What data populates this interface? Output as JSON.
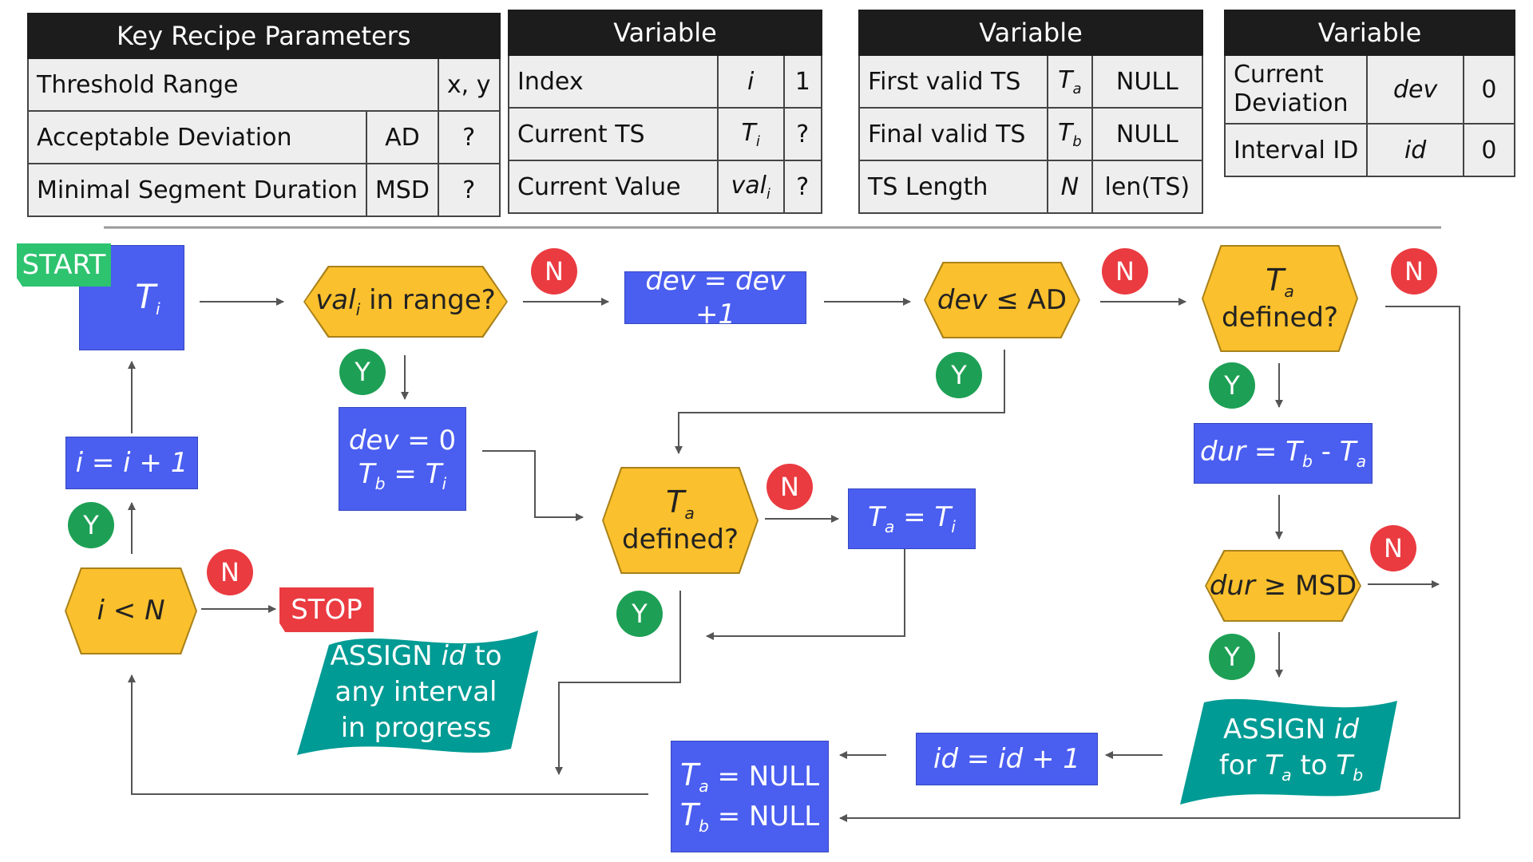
{
  "tables": {
    "params": {
      "header": "Key Recipe Parameters",
      "rows": [
        {
          "name": "Threshold Range",
          "symbol": "",
          "value": "x, y"
        },
        {
          "name": "Acceptable Deviation",
          "symbol": "AD",
          "value": "?"
        },
        {
          "name": "Minimal Segment Duration",
          "symbol": "MSD",
          "value": "?"
        }
      ]
    },
    "vars1": {
      "header": "Variable",
      "rows": [
        {
          "name": "Index",
          "symbol": "i",
          "sub": "",
          "value": "1"
        },
        {
          "name": "Current TS",
          "symbol": "T",
          "sub": "i",
          "value": "?"
        },
        {
          "name": "Current Value",
          "symbol": "val",
          "sub": "i",
          "value": "?"
        }
      ]
    },
    "vars2": {
      "header": "Variable",
      "rows": [
        {
          "name": "First valid TS",
          "symbol": "T",
          "sub": "a",
          "value": "NULL"
        },
        {
          "name": "Final valid TS",
          "symbol": "T",
          "sub": "b",
          "value": "NULL"
        },
        {
          "name": "TS Length",
          "symbol": "N",
          "sub": "",
          "value": "len(TS)"
        }
      ]
    },
    "vars3": {
      "header": "Variable",
      "rows": [
        {
          "name": "Current Deviation",
          "symbol": "dev",
          "sub": "",
          "value": "0"
        },
        {
          "name": "Interval ID",
          "symbol": "id",
          "sub": "",
          "value": "0"
        }
      ]
    }
  },
  "flow": {
    "start_label": "START",
    "stop_label": "STOP",
    "yes": "Y",
    "no": "N",
    "ti_T": "T",
    "ti_sub": "i",
    "inc_i": "i = i + 1",
    "cond_val": "val",
    "cond_val_sub": "i",
    "cond_val_rest": " in range?",
    "dev_inc": "dev = dev +1",
    "cond_dev_a": "dev",
    "cond_dev_b": " ≤ AD",
    "ta_defined_T": "T",
    "ta_defined_sub": "a",
    "ta_defined_rest": "defined?",
    "dev_reset_a": "dev",
    "dev_reset_b": " = 0",
    "tb_assign_T": "T",
    "tb_assign_sub": "b",
    "tb_assign_eq": " = ",
    "tb_assign_T2": "T",
    "tb_assign_sub2": "i",
    "ta_assign_T": "T",
    "ta_assign_sub": "a",
    "ta_assign_eq": " = ",
    "ta_assign_T2": "T",
    "ta_assign_sub2": "i",
    "dur_a": "dur",
    "dur_eq": " = ",
    "dur_T": "T",
    "dur_sub1": "b",
    "dur_minus": " - ",
    "dur_T2": "T",
    "dur_sub2": "a",
    "cond_dur_a": "dur",
    "cond_dur_b": " ≥ MSD",
    "cond_i_a": "i",
    "cond_i_b": " < ",
    "cond_i_c": "N",
    "id_inc": "id = id + 1",
    "reset_T": "T",
    "reset_sub_a": "a",
    "reset_sub_b": "b",
    "reset_val": " = NULL",
    "assign1_a": "ASSIGN ",
    "assign1_id": "id",
    "assign1_b": " to",
    "assign1_line2": "any interval",
    "assign1_line3": "in progress",
    "assign2_a": "ASSIGN ",
    "assign2_id": "id",
    "assign2_for": "for ",
    "assign2_T": "T",
    "assign2_sub1": "a",
    "assign2_to": " to ",
    "assign2_T2": "T",
    "assign2_sub2": "b"
  },
  "colors": {
    "process": "#4a5ef0",
    "decision": "#fbc02d",
    "yes": "#1da055",
    "no": "#ea3b41",
    "start": "#2ec36f",
    "stop": "#ea3b41",
    "output": "#009b94",
    "arrow": "#555555"
  }
}
